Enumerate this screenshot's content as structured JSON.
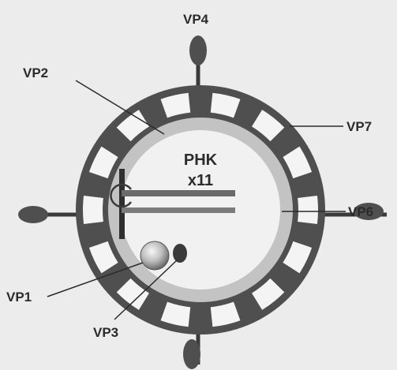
{
  "diagram": {
    "center_title": "PHK",
    "center_subtitle": "x11",
    "labels": {
      "vp1": "VP1",
      "vp2": "VP2",
      "vp3": "VP3",
      "vp4": "VP4",
      "vp6": "VP6",
      "vp7": "VP7"
    },
    "outer_ring_segments": 14,
    "colors": {
      "outer_ring": "#4f4f4f",
      "ring_windows": "#f4f4f4",
      "inner_band": "#c3c3c3",
      "core": "#f1f1f1",
      "background": "#ececec",
      "lines": "#2b2b2b"
    }
  }
}
